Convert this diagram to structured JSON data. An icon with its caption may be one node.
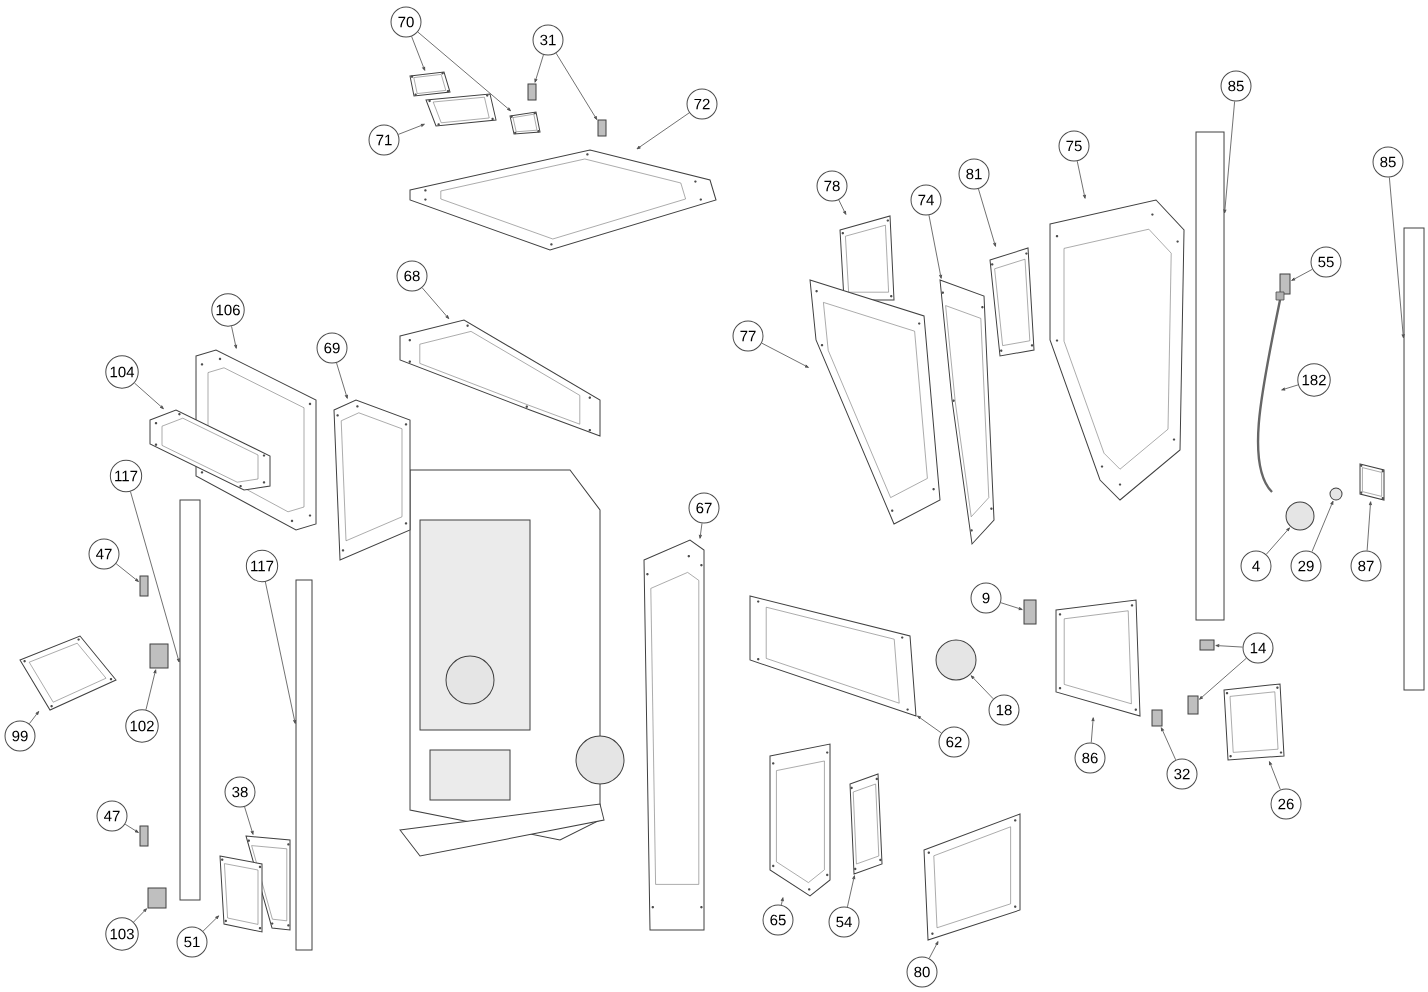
{
  "diagram": {
    "nodes": [
      {
        "text": [
          "70"
        ]
      },
      {
        "text": [
          "31"
        ]
      },
      {
        "text": [
          "71"
        ]
      },
      {
        "text": [
          "72"
        ]
      },
      {
        "text": [
          "68"
        ]
      },
      {
        "text": [
          "106"
        ]
      },
      {
        "text": [
          "69"
        ]
      },
      {
        "text": [
          "104"
        ]
      },
      {
        "text": [
          "117"
        ]
      },
      {
        "text": [
          "47"
        ]
      },
      {
        "text": [
          "117"
        ]
      },
      {
        "text": [
          "67"
        ]
      },
      {
        "text": [
          "99"
        ]
      },
      {
        "text": [
          "102"
        ]
      },
      {
        "text": [
          "38"
        ]
      },
      {
        "text": [
          "47"
        ]
      },
      {
        "text": [
          "103"
        ]
      },
      {
        "text": [
          "51"
        ]
      },
      {
        "text": [
          "78"
        ]
      },
      {
        "text": [
          "74"
        ]
      },
      {
        "text": [
          "81"
        ]
      },
      {
        "text": [
          "75"
        ]
      },
      {
        "text": [
          "85"
        ]
      },
      {
        "text": [
          "85"
        ]
      },
      {
        "text": [
          "77"
        ]
      },
      {
        "text": [
          "55"
        ]
      },
      {
        "text": [
          "182"
        ]
      },
      {
        "text": [
          "4"
        ]
      },
      {
        "text": [
          "29"
        ]
      },
      {
        "text": [
          "87"
        ]
      },
      {
        "text": [
          "9"
        ]
      },
      {
        "text": [
          "14"
        ]
      },
      {
        "text": [
          "18"
        ]
      },
      {
        "text": [
          "62"
        ]
      },
      {
        "text": [
          "86"
        ]
      },
      {
        "text": [
          "32"
        ]
      },
      {
        "text": [
          "26"
        ]
      },
      {
        "text": [
          "65"
        ]
      },
      {
        "text": [
          "54"
        ]
      },
      {
        "text": [
          "80"
        ]
      },
      {
        "text": [],
        "shape": "picture"
      },
      {
        "text": [],
        "shape": "picture"
      },
      {
        "text": [],
        "shape": "box"
      },
      {
        "text": [],
        "shape": "box"
      },
      {
        "text": [],
        "shape": "picture"
      },
      {
        "text": [],
        "shape": "picture"
      },
      {
        "text": [],
        "shape": "picture"
      },
      {
        "text": [],
        "shape": "picture"
      },
      {
        "text": [],
        "shape": "picture"
      },
      {
        "text": [],
        "shape": "picture"
      },
      {
        "text": [],
        "shape": "bar"
      },
      {
        "text": [],
        "shape": "box"
      },
      {
        "text": [],
        "shape": "bar"
      },
      {
        "text": [],
        "shape": "picture"
      },
      {
        "text": [],
        "shape": "picture"
      },
      {
        "text": [],
        "shape": "box"
      },
      {
        "text": [],
        "shape": "picture"
      },
      {
        "text": [],
        "shape": "box"
      },
      {
        "text": [],
        "shape": "box"
      },
      {
        "text": [],
        "shape": "picture"
      },
      {
        "text": [],
        "shape": "picture"
      },
      {
        "text": [],
        "shape": "picture"
      },
      {
        "text": [],
        "shape": "picture"
      },
      {
        "text": [],
        "shape": "picture"
      },
      {
        "text": [],
        "shape": "bar"
      },
      {
        "text": [],
        "shape": "bar"
      },
      {
        "text": [],
        "shape": "picture"
      },
      {
        "text": [],
        "shape": "box"
      },
      {
        "text": [],
        "shape": "picture"
      },
      {
        "text": [],
        "shape": "circle"
      },
      {
        "text": [],
        "shape": "circle"
      },
      {
        "text": [],
        "shape": "picture"
      },
      {
        "text": [],
        "shape": "box"
      },
      {
        "text": [],
        "shape": "box"
      },
      {
        "text": [],
        "shape": "box"
      },
      {
        "text": [],
        "shape": "circle"
      },
      {
        "text": [],
        "shape": "picture"
      },
      {
        "text": [],
        "shape": "picture"
      },
      {
        "text": [],
        "shape": "box"
      },
      {
        "text": [],
        "shape": "picture"
      },
      {
        "text": [],
        "shape": "picture"
      },
      {
        "text": [],
        "shape": "picture"
      },
      {
        "text": [],
        "shape": "picture"
      }
    ],
    "edges": [
      {
        "from": 0,
        "to": 40,
        "arrow": "to"
      },
      {
        "from": 0,
        "to": 41,
        "arrow": "to"
      },
      {
        "from": 1,
        "to": 42,
        "arrow": "to"
      },
      {
        "from": 1,
        "to": 43,
        "arrow": "to"
      },
      {
        "from": 2,
        "to": 44,
        "arrow": "to"
      },
      {
        "from": 3,
        "to": 45,
        "arrow": "to"
      },
      {
        "from": 4,
        "to": 46,
        "arrow": "to"
      },
      {
        "from": 5,
        "to": 47,
        "arrow": "to"
      },
      {
        "from": 6,
        "to": 48,
        "arrow": "to"
      },
      {
        "from": 7,
        "to": 49,
        "arrow": "to"
      },
      {
        "from": 8,
        "to": 50,
        "arrow": "to"
      },
      {
        "from": 9,
        "to": 51,
        "arrow": "to"
      },
      {
        "from": 10,
        "to": 52,
        "arrow": "to"
      },
      {
        "from": 11,
        "to": 53,
        "arrow": "to"
      },
      {
        "from": 12,
        "to": 54,
        "arrow": "to"
      },
      {
        "from": 13,
        "to": 55,
        "arrow": "to"
      },
      {
        "from": 14,
        "to": 56,
        "arrow": "to"
      },
      {
        "from": 15,
        "to": 57,
        "arrow": "to"
      },
      {
        "from": 16,
        "to": 58,
        "arrow": "to"
      },
      {
        "from": 17,
        "to": 59,
        "arrow": "to"
      },
      {
        "from": 18,
        "to": 60,
        "arrow": "to"
      },
      {
        "from": 19,
        "to": 61,
        "arrow": "to"
      },
      {
        "from": 20,
        "to": 62,
        "arrow": "to"
      },
      {
        "from": 21,
        "to": 63,
        "arrow": "to"
      },
      {
        "from": 22,
        "to": 64,
        "arrow": "to"
      },
      {
        "from": 23,
        "to": 65,
        "arrow": "to"
      },
      {
        "from": 24,
        "to": 66,
        "arrow": "to"
      },
      {
        "from": 25,
        "to": 67,
        "arrow": "to"
      },
      {
        "from": 26,
        "to": 68,
        "arrow": "to"
      },
      {
        "from": 27,
        "to": 69,
        "arrow": "to"
      },
      {
        "from": 28,
        "to": 70,
        "arrow": "to"
      },
      {
        "from": 29,
        "to": 71,
        "arrow": "to"
      },
      {
        "from": 30,
        "to": 72,
        "arrow": "to"
      },
      {
        "from": 31,
        "to": 73,
        "arrow": "to"
      },
      {
        "from": 31,
        "to": 74,
        "arrow": "to"
      },
      {
        "from": 32,
        "to": 75,
        "arrow": "to"
      },
      {
        "from": 33,
        "to": 76,
        "arrow": "to"
      },
      {
        "from": 34,
        "to": 77,
        "arrow": "to"
      },
      {
        "from": 35,
        "to": 78,
        "arrow": "to"
      },
      {
        "from": 36,
        "to": 79,
        "arrow": "to"
      },
      {
        "from": 37,
        "to": 80,
        "arrow": "to"
      },
      {
        "from": 38,
        "to": 81,
        "arrow": "to"
      },
      {
        "from": 39,
        "to": 82,
        "arrow": "to"
      }
    ]
  }
}
